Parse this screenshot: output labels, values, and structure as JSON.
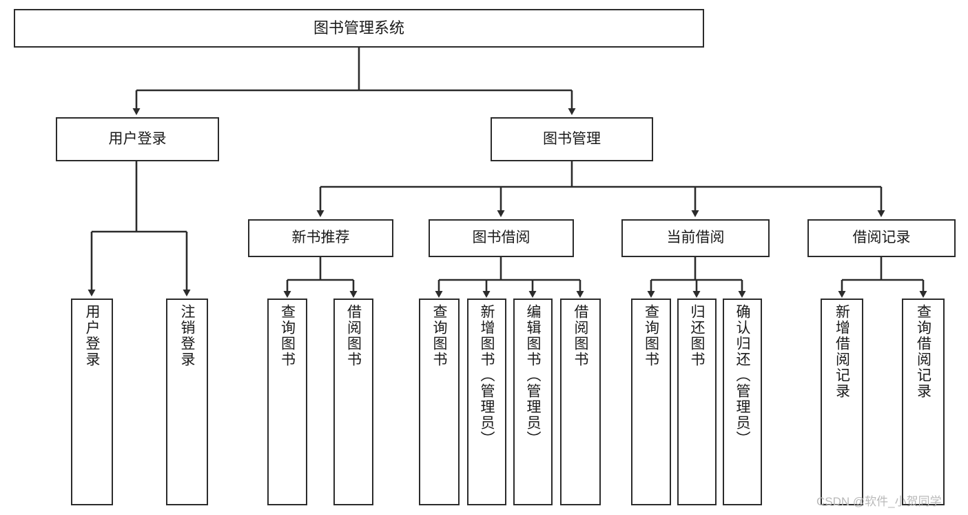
{
  "diagram": {
    "title": "图书管理系统",
    "watermark": "CSDN @软件_小贺同学",
    "nodes": {
      "root": {
        "label": "图书管理系统"
      },
      "level1": [
        {
          "id": "user-login",
          "label": "用户登录"
        },
        {
          "id": "book-manage",
          "label": "图书管理"
        }
      ],
      "level2": [
        {
          "id": "new-book-recommend",
          "label": "新书推荐"
        },
        {
          "id": "book-borrow",
          "label": "图书借阅"
        },
        {
          "id": "current-borrow",
          "label": "当前借阅"
        },
        {
          "id": "borrow-record",
          "label": "借阅记录"
        }
      ],
      "leaves": {
        "user_login": [
          {
            "id": "leaf-user-login",
            "label": "用户登录"
          },
          {
            "id": "leaf-logout-login",
            "label": "注销登录"
          }
        ],
        "new_book_recommend": [
          {
            "id": "leaf-query-book-1",
            "label": "查询图书"
          },
          {
            "id": "leaf-borrow-book-1",
            "label": "借阅图书"
          }
        ],
        "book_borrow": [
          {
            "id": "leaf-query-book-2",
            "label": "查询图书"
          },
          {
            "id": "leaf-add-book",
            "label": "新增图书（管理员）"
          },
          {
            "id": "leaf-edit-book",
            "label": "编辑图书（管理员）"
          },
          {
            "id": "leaf-borrow-book-2",
            "label": "借阅图书"
          }
        ],
        "current_borrow": [
          {
            "id": "leaf-query-book-3",
            "label": "查询图书"
          },
          {
            "id": "leaf-return-book",
            "label": "归还图书"
          },
          {
            "id": "leaf-confirm-return",
            "label": "确认归还（管理员）"
          }
        ],
        "borrow_record": [
          {
            "id": "leaf-add-record",
            "label": "新增借阅记录"
          },
          {
            "id": "leaf-query-record",
            "label": "查询借阅记录"
          }
        ]
      }
    },
    "colors": {
      "stroke": "#2b2b2b",
      "fill": "#ffffff",
      "text": "#1a1a1a",
      "watermark": "#b9b9b9"
    }
  }
}
